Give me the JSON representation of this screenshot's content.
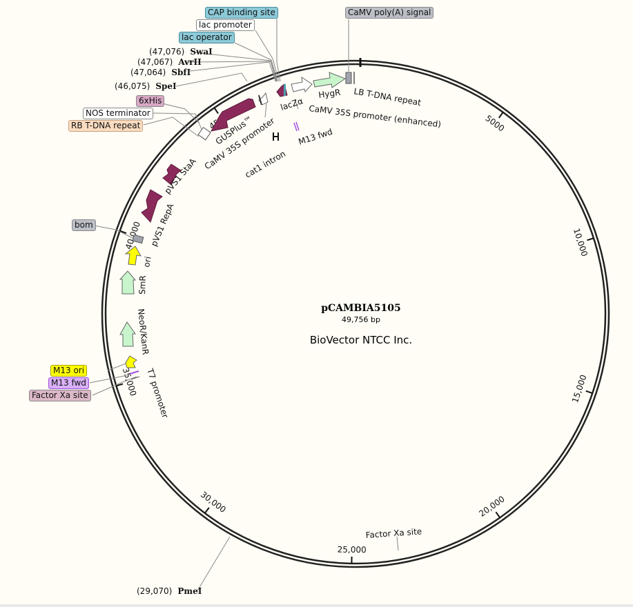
{
  "plasmid": {
    "name": "pCAMBIA5105",
    "length": "49,756 bp",
    "company": "BioVector NTCC Inc."
  },
  "colors": {
    "background": "#fffdf6",
    "magenta": "#8b2a5a",
    "green": "#c8f5cc",
    "yellow": "#ffff00",
    "gray": "#a0a4ac",
    "purple": "#a050e0"
  },
  "callouts": {
    "cap": "CAP binding site",
    "lac_promoter": "lac promoter",
    "lac_operator": "lac operator",
    "camv_polya": "CaMV poly(A) signal",
    "his": "6xHis",
    "nos": "NOS terminator",
    "rb": "RB T-DNA repeat",
    "bom": "bom",
    "m13ori": "M13 ori",
    "m13fwd": "M13 fwd",
    "factorxa": "Factor Xa site"
  },
  "sites": [
    {
      "pos": "(47,076)",
      "name": "SwaI"
    },
    {
      "pos": "(47,067)",
      "name": "AvrII"
    },
    {
      "pos": "(47,064)",
      "name": "SbfI"
    },
    {
      "pos": "(46,075)",
      "name": "SpeI"
    },
    {
      "pos": "(29,070)",
      "name": "PmeI"
    }
  ],
  "features": {
    "hygr": "HygR",
    "lb": "LB T-DNA repeat",
    "camv_enh": "CaMV 35S promoter (enhanced)",
    "laczα": "lacZα",
    "gusplus": "GUSPlus™",
    "camv35s": "CaMV 35S promoter",
    "cat1": "cat1 intron",
    "m13fwd_inner": "M13 fwd",
    "stab": "pVS1 StaA",
    "repa": "pVS1 RepA",
    "ori": "ori",
    "smr": "SmR",
    "neor": "NeoR/KanR",
    "t7": "T7 promoter",
    "factorxa_inner": "Factor Xa site"
  },
  "ticks": [
    "5000",
    "10,000",
    "15,000",
    "20,000",
    "25,000",
    "30,000",
    "35,000",
    "40,000",
    "45,000"
  ]
}
